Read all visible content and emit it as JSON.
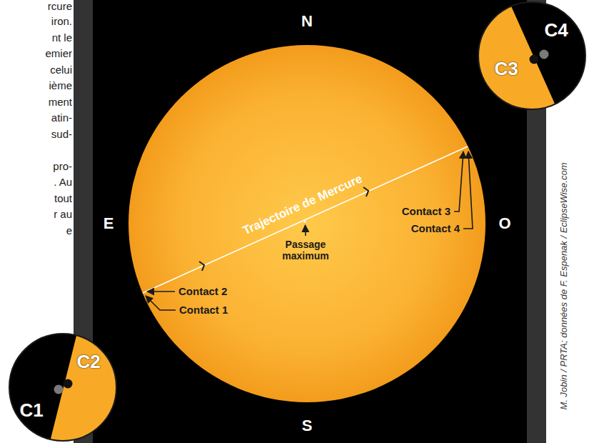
{
  "diagram": {
    "nodes": [
      {
        "text": [
          "C4",
          "C3"
        ]
      },
      {
        "text": [
          "C2",
          "C1"
        ]
      }
    ],
    "labels": [
      "rcure",
      "iron.",
      "nt le",
      "emier",
      "celui",
      "ième",
      "ment",
      "atin-",
      "sud-",
      "pro-",
      ". Au",
      "tout",
      "r au",
      "e",
      "N",
      "E",
      "O",
      "S",
      "Trajectoire de Mercure",
      "Passage maximum",
      "Contact 2",
      "Contact 1",
      "Contact 3",
      "Contact 4",
      "M. Jobin / PRTA; données de F. Espenak / EclipseWise.com"
    ]
  }
}
